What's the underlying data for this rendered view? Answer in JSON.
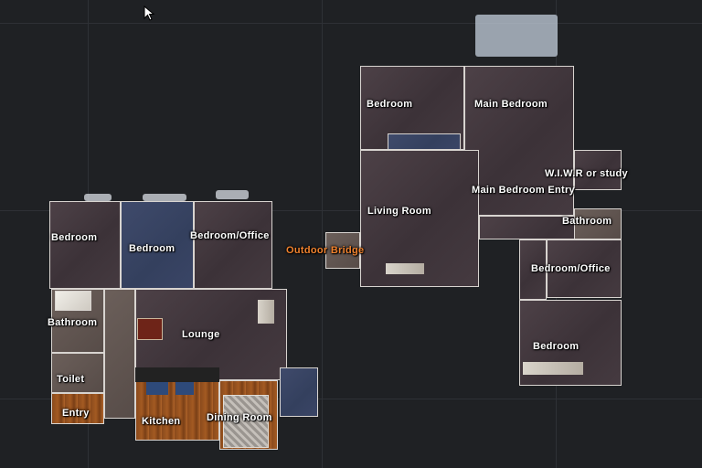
{
  "floorplan": {
    "title": "Floor plan",
    "rooms": {
      "left_bedroom_1": "Bedroom",
      "left_bedroom_2": "Bedroom",
      "left_bedroom_office": "Bedroom/Office",
      "bathroom": "Bathroom",
      "lounge": "Lounge",
      "toilet": "Toilet",
      "entry": "Entry",
      "kitchen": "Kitchen",
      "dining_room": "Dining Room",
      "outdoor_bridge": "Outdoor Bridge",
      "right_bedroom_top": "Bedroom",
      "main_bedroom": "Main Bedroom",
      "wiwr": "W.I.W.R or study",
      "main_bedroom_entry": "Main Bedroom Entry",
      "living_room": "Living Room",
      "right_bathroom": "Bathroom",
      "right_bedroom_office": "Bedroom/Office",
      "right_bedroom_bottom": "Bedroom"
    }
  },
  "colors": {
    "background": "#1f2124",
    "label_text": "#ffffff",
    "accent_label": "#f0822e"
  },
  "icons": {
    "cursor": "mouse-pointer-icon"
  }
}
